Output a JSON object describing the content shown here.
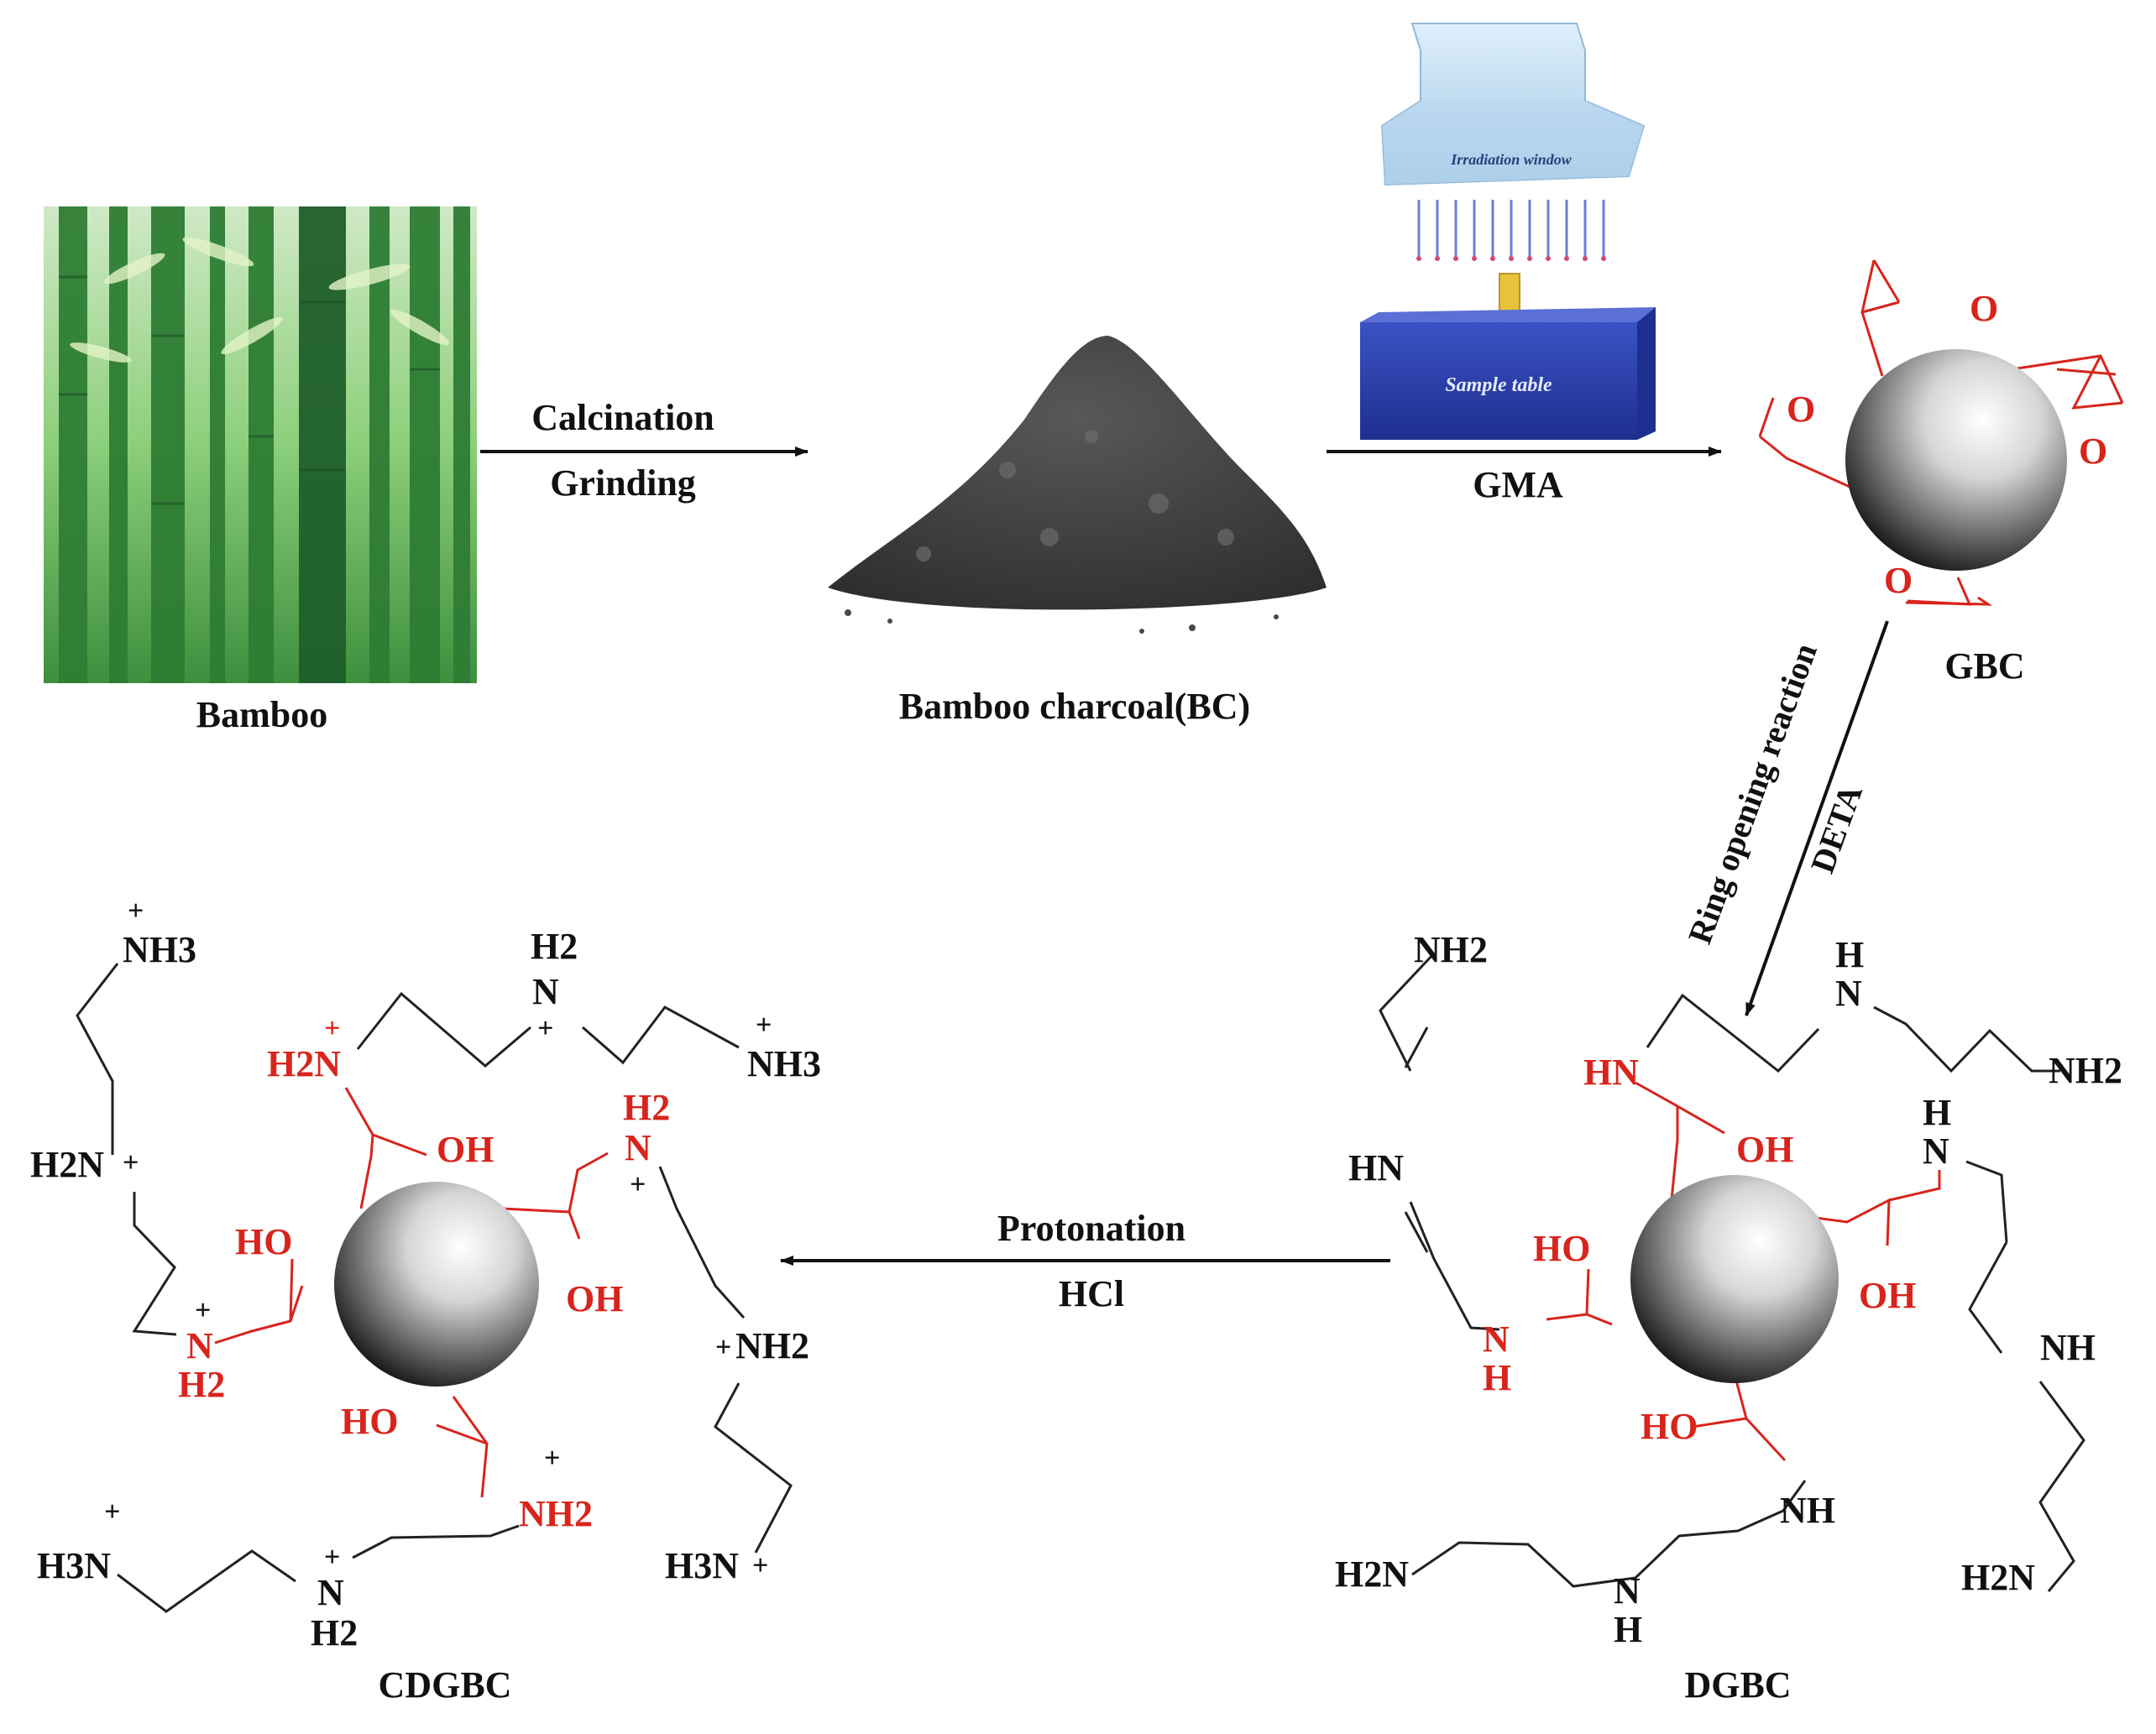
{
  "labels": {
    "bamboo": "Bamboo",
    "calcination": "Calcination",
    "grinding": "Grinding",
    "bamboo_charcoal": "Bamboo charcoal(BC)",
    "gma": "GMA",
    "irradiation_window": "Irradiation window",
    "sample_table": "Sample table",
    "gbc": "GBC",
    "ring_opening": "Ring opening reaction",
    "deta": "DETA",
    "protonation": "Protonation",
    "hcl": "HCl",
    "dgbc": "DGBC",
    "cdgbc": "CDGBC"
  },
  "atoms": {
    "o": "O",
    "oh": "OH",
    "ho": "HO",
    "hn": "HN",
    "nh": "NH",
    "n": "N",
    "h": "H",
    "h2": "H2",
    "nh2": "NH2",
    "h2n": "H2N",
    "nh3": "NH3",
    "h3n": "H3N",
    "plus": "+"
  },
  "colors": {
    "bond_black": "#222222",
    "bond_red": "#d8241c",
    "bamboo_green": "#2f8a3a",
    "charcoal": "#3b3b3d",
    "lamp_blue": "#a9cdeb",
    "table_blue": "#2b3fa8",
    "ray_blue": "#6a7fd8",
    "ray_red": "#d44a6a"
  },
  "icons": {
    "bamboo_photo": "bamboo-forest-image",
    "charcoal_pile": "charcoal-powder-image",
    "irradiation_device": "irradiation-apparatus-image",
    "particle": "sphere-icon"
  }
}
